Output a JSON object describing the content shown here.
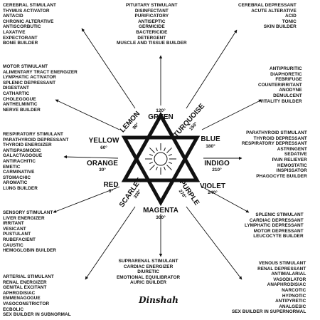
{
  "colors": {
    "ink": "#111111",
    "paper": "#ffffff"
  },
  "signature": "Dinshah",
  "center_icon": "sun-icon",
  "colors_ring": [
    {
      "name": "GREEN",
      "deg": "120°"
    },
    {
      "name": "LEMON",
      "deg": "90°"
    },
    {
      "name": "TURQUOISE",
      "deg": "150°"
    },
    {
      "name": "YELLOW",
      "deg": "60°"
    },
    {
      "name": "BLUE",
      "deg": "180°"
    },
    {
      "name": "ORANGE",
      "deg": "30°"
    },
    {
      "name": "INDIGO",
      "deg": "210°"
    },
    {
      "name": "RED",
      "deg": "0°"
    },
    {
      "name": "VIOLET",
      "deg": "240°"
    },
    {
      "name": "SCARLET",
      "deg": "330°"
    },
    {
      "name": "PURPLE",
      "deg": "270°"
    },
    {
      "name": "MAGENTA",
      "deg": "300°"
    }
  ],
  "properties": {
    "lemon": [
      "CEREBRAL STIMULANT",
      "THYMUS ACTIVATOR",
      "ANTACID",
      "CHRONIC ALTERATIVE",
      "ANTISCORBUTIC",
      "LAXATIVE",
      "EXPECTORANT",
      "BONE BUILDER"
    ],
    "green": [
      "PITUITARY STIMULANT",
      "DISINFECTANT",
      "PURIFICATORY",
      "ANTISEPTIC",
      "GERMICIDE",
      "BACTERICIDE",
      "DETERGENT",
      "MUSCLE AND TISSUE BUILDER"
    ],
    "turquoise": [
      "CEREBRAL DEPRESSANT",
      "ACUTE ALTERATIVE",
      "ACID",
      "TONIC",
      "SKIN BUILDER"
    ],
    "yellow": [
      "MOTOR STIMULANT",
      "ALIMENTARY TRACT ENERGIZER",
      "LYMPHATIC ACTIVATOR",
      "SPLENIC DEPRESSANT",
      "DIGESTANT",
      "CATHARTIC",
      "CHOLEGOGUE",
      "ANTHELMINTIC",
      "NERVE BUILDER"
    ],
    "blue": [
      "ANTIPRURITIC",
      "DIAPHORETIC",
      "FEBRIFUGE",
      "COUNTERIRRITANT",
      "ANODYNE",
      "DEMULCENT",
      "VITALITY BUILDER"
    ],
    "orange": [
      "RESPIRATORY STIMULANT",
      "PARATHYROID DEPRESSANT",
      "THYROID ENERGIZER",
      "ANTISPASMODIC",
      "GALACTAGOGUE",
      "ANTIRACHITIC",
      "EMETIC",
      "CARMINATIVE",
      "STOMACHIC",
      "AROMATIC",
      "LUNG BUILDER"
    ],
    "indigo": [
      "PARATHYROID STIMULANT",
      "THYROID DEPRESSANT",
      "RESPIRATORY DEPRESSANT",
      "ASTRINGENT",
      "SEDATIVE",
      "PAIN RELIEVER",
      "HEMOSTATIC",
      "INSPISSATOR",
      "PHAGOCYTE BUILDER"
    ],
    "red": [
      "SENSORY STIMULANT",
      "LIVER ENERGIZER",
      "IRRITANT",
      "VESICANT",
      "PUSTULANT",
      "RUBEFACIENT",
      "CAUSTIC",
      "HEMOGLOBIN BUILDER"
    ],
    "violet": [
      "SPLENIC STIMULANT",
      "CARDIAC DEPRESSANT",
      "LYMPHATIC DEPRESSANT",
      "MOTOR DEPRESSANT",
      "LEUCOCYTE BUILDER"
    ],
    "scarlet": [
      "ARTERIAL STIMULANT",
      "RENAL ENERGIZER",
      "GENITAL EXCITANT",
      "APHRODISIAC",
      "EMMENAGOGUE",
      "VASOCONSTRICTOR",
      "ECBOLIC",
      "SEX BUILDER IN SUBNORMAL"
    ],
    "magenta": [
      "SUPRARENAL STIMULANT",
      "CARDIAC ENERGIZER",
      "DIURETIC",
      "EMOTIONAL EQUILIBRATOR",
      "AURIC BUILDER"
    ],
    "purple": [
      "VENOUS STIMULANT",
      "RENAL DEPRESSANT",
      "ANTIMALARIAL",
      "VASODILATOR",
      "ANAPHRODISIAC",
      "NARCOTIC",
      "HYPNOTIC",
      "ANTIPYRETIC",
      "ANALGESIC",
      "SEX BUILDER IN SUPERNORMAL"
    ]
  }
}
